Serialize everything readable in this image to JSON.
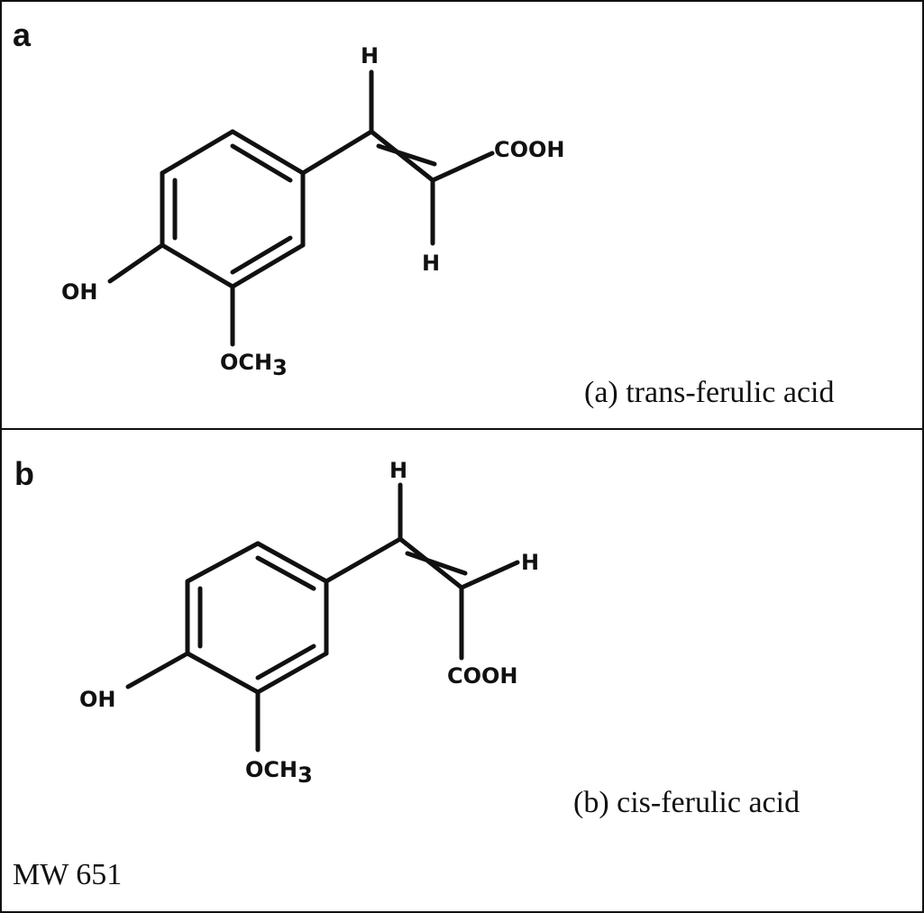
{
  "panels": [
    {
      "letter": "a",
      "caption": "(a) trans-ferulic acid",
      "atoms": {
        "h_top": "H",
        "h_bottom": "H",
        "cooh": "COOH",
        "oh": "OH",
        "och3_main": "OCH",
        "och3_sub": "3"
      }
    },
    {
      "letter": "b",
      "caption": "(b) cis-ferulic acid",
      "atoms": {
        "h_top": "H",
        "h_right": "H",
        "cooh": "COOH",
        "oh": "OH",
        "och3_main": "OCH",
        "och3_sub": "3"
      }
    }
  ],
  "footer": {
    "mw": "MW 651"
  }
}
